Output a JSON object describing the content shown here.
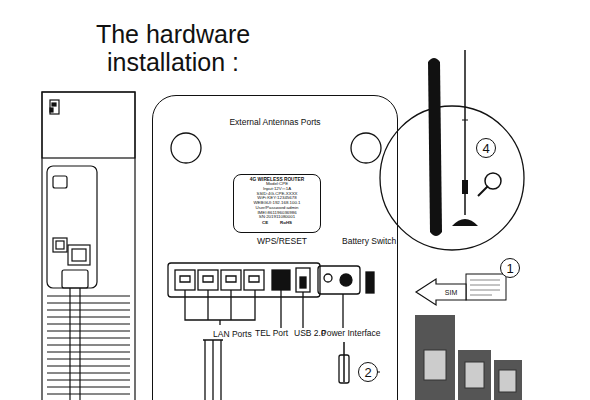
{
  "diagram": {
    "title": "The hardware installation :",
    "nodes": [
      {
        "text": [
          "External Antennas Ports"
        ]
      },
      {
        "text": [
          "4G WIRELESS ROUTER",
          "Model:CPE",
          "Input:12V⎓1A",
          "SSID:4G-CPE-XXXX",
          "WiFi KEY:12345678",
          "WEBGUI:192.168.100.1",
          "User/Password:admin",
          "IMEI:861196036986",
          "SN:201911080001",
          "CE",
          "RoHS"
        ],
        "in": 0
      },
      {
        "text": [
          "1"
        ]
      },
      {
        "text": [
          "2"
        ]
      },
      {
        "text": [
          "4"
        ]
      },
      {
        "text": [
          "SIM"
        ]
      }
    ],
    "labels": [
      "WPS/RESET",
      "Battery Switch",
      "LAN Ports",
      "TEL Port",
      "USB 2.0",
      "Power Interface"
    ]
  }
}
